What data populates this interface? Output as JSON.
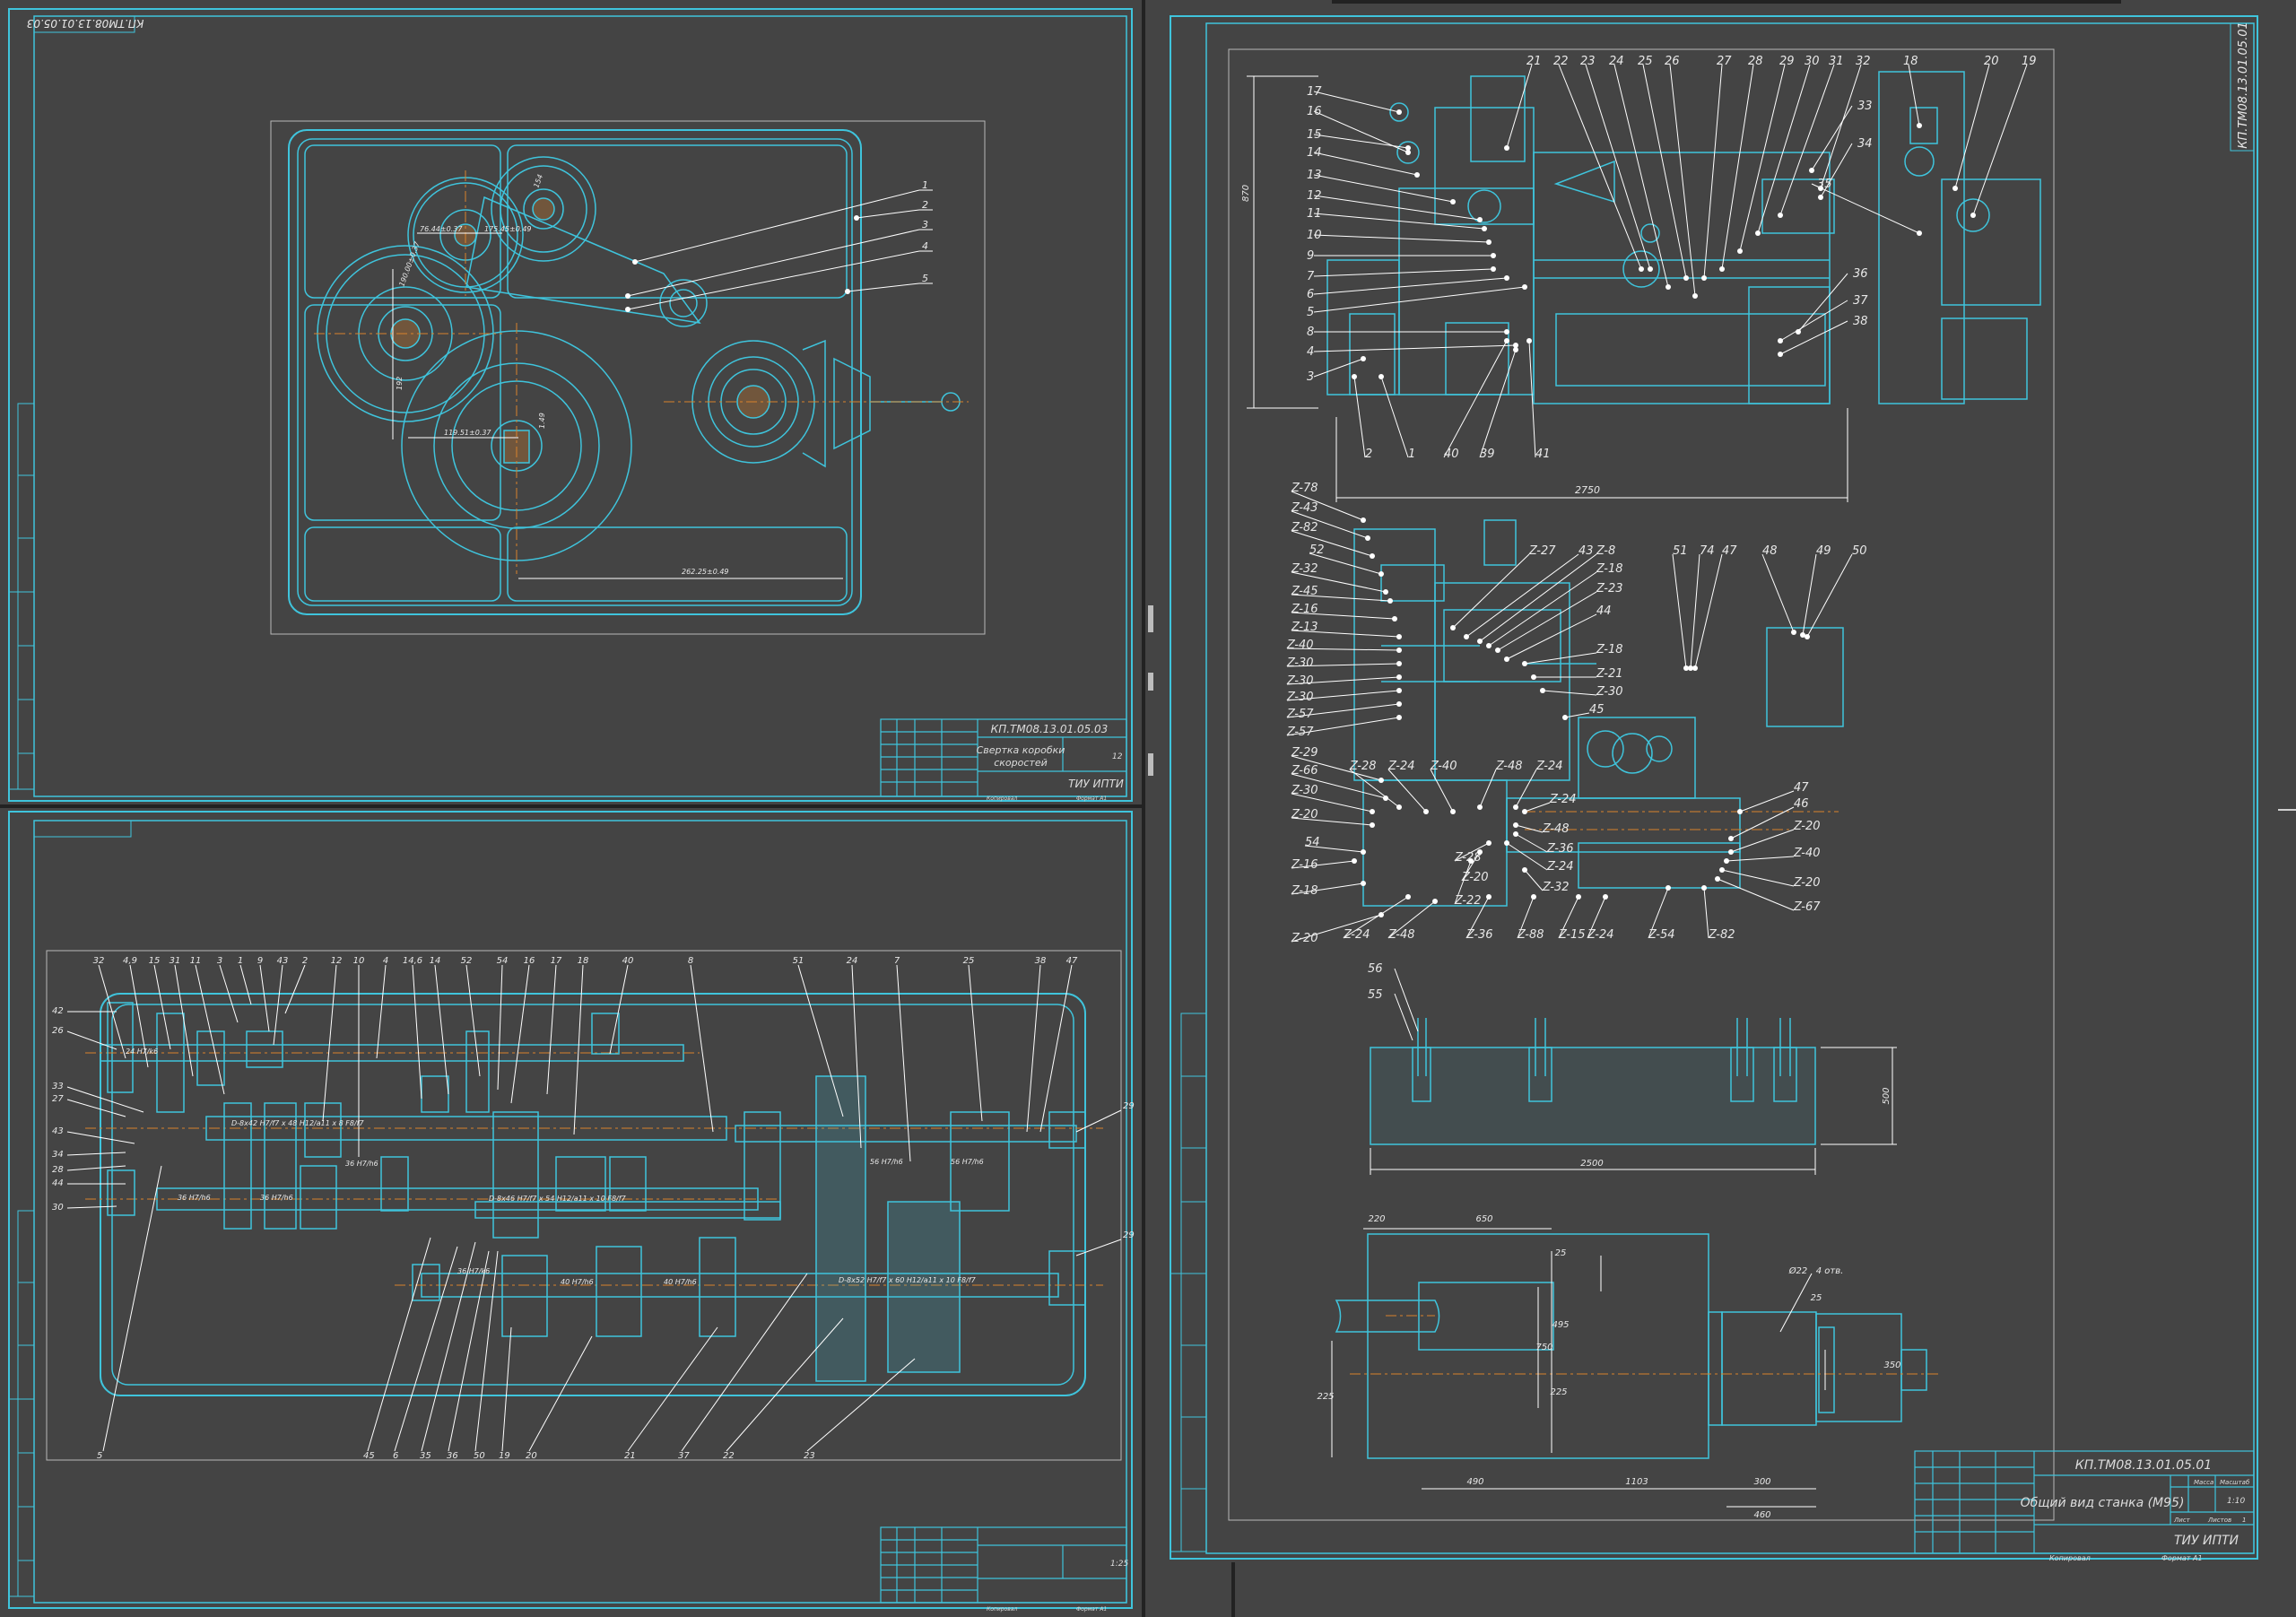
{
  "sheet_left_top": {
    "stamp_code": "КП.ТМ08.13.01.05.03",
    "title_block": {
      "code": "КП.ТМ08.13.01.05.03",
      "title": [
        "Свертка коробки",
        "скоростей"
      ],
      "org": "ТИУ ИПТИ",
      "sheet_count": "12",
      "copied": "Копировал",
      "format": "Формат А1"
    },
    "callouts": [
      "1",
      "2",
      "3",
      "4",
      "5"
    ],
    "dims": [
      "76.44±0.37",
      "175.45±0.49",
      "192",
      "119.51±0.37",
      "262.25±0.49",
      "190.00±0.37",
      "154",
      "1.49"
    ]
  },
  "sheet_left_bottom": {
    "title_block": {
      "sheet_count": "1:25",
      "copied": "Копировал",
      "format": "Формат А1"
    },
    "top_callouts": [
      "32",
      "4,9",
      "15",
      "31",
      "11",
      "3",
      "1",
      "9",
      "43",
      "2",
      "12",
      "10",
      "4",
      "14,6",
      "14",
      "52",
      "54",
      "16",
      "17",
      "18",
      "40",
      "8",
      "51",
      "24",
      "7",
      "25",
      "38",
      "47"
    ],
    "left_callouts": [
      "42",
      "26",
      "33",
      "27",
      "43",
      "34",
      "28",
      "44",
      "30"
    ],
    "right_callouts": [
      "29",
      "29"
    ],
    "bottom_callouts": [
      "5",
      "45",
      "6",
      "35",
      "36",
      "50",
      "19",
      "20",
      "21",
      "37",
      "22",
      "23"
    ],
    "shaft_labels": [
      "D-8x42 H7/f7 x 48 H12/a11 x 8 F8/f7",
      "D-8x46 H7/f7 x 54 H12/a11 x 10 F8/f7",
      "D-8x52 H7/f7 x 60 H12/a11 x 10 F8/f7"
    ],
    "gear_fits": [
      "36 H7/h6",
      "36 H7/h6",
      "36 H7/h6",
      "40 H7/h6",
      "40 H7/h6",
      "56 H7/h6",
      "56 H7/h6",
      "36 H7/k6",
      "24 H7/k6"
    ]
  },
  "sheet_right": {
    "stamp_code": "КП.ТМ08.13.01.05.01",
    "title_block": {
      "code": "КП.ТМ08.13.01.05.01",
      "title": "Общий вид станка (М95)",
      "org": "ТИУ ИПТИ",
      "mass": "Масса",
      "scale_label": "Масштаб",
      "scale": "1:10",
      "sheet": "Лист",
      "sheets": "Листов",
      "sheets_n": "1",
      "copied": "Копировал",
      "format": "Формат А1"
    },
    "top_callouts_row": [
      "21",
      "22",
      "23",
      "24",
      "25",
      "26",
      "27",
      "28",
      "29",
      "30",
      "31",
      "32",
      "18",
      "20",
      "19"
    ],
    "left_callouts": [
      "17",
      "16",
      "15",
      "14",
      "13",
      "12",
      "11",
      "10",
      "9",
      "7",
      "6",
      "5",
      "8",
      "4",
      "3"
    ],
    "right_callouts": [
      "33",
      "34",
      "35",
      "36",
      "37",
      "38"
    ],
    "bottom_callouts": [
      "2",
      "1",
      "40",
      "39",
      "41"
    ],
    "dims_top": [
      "2750",
      "870"
    ],
    "kinematic_left": [
      "Z-78",
      "Z-43",
      "Z-82",
      "52",
      "Z-32",
      "Z-45",
      "Z-16",
      "Z-13",
      "Z-40",
      "Z-30",
      "Z-30",
      "Z-30",
      "Z-57",
      "Z-57",
      "Z-29",
      "Z-66",
      "Z-30",
      "Z-20",
      "54",
      "Z-16",
      "Z-18",
      "Z-20"
    ],
    "kinematic_mid": [
      "Z-27",
      "43",
      "Z-8",
      "Z-18",
      "Z-23",
      "44",
      "Z-18",
      "Z-21",
      "Z-30",
      "45"
    ],
    "kinematic_top": [
      "51",
      "74",
      "47",
      "48",
      "49",
      "50"
    ],
    "kinematic_row": [
      "Z-28",
      "Z-24",
      "Z-40",
      "Z-48",
      "Z-24",
      "Z-24",
      "Z-48",
      "Z-36",
      "Z-24",
      "Z-28",
      "Z-20",
      "Z-22",
      "Z-32"
    ],
    "kinematic_right": [
      "47",
      "46",
      "Z-20",
      "Z-40",
      "Z-20",
      "Z-67"
    ],
    "kinematic_bottom": [
      "Z-24",
      "Z-48",
      "Z-36",
      "Z-88",
      "Z-15",
      "Z-24",
      "Z-54",
      "Z-82"
    ],
    "foundation_callouts": [
      "56",
      "55"
    ],
    "foundation_dims": [
      "2500",
      "500"
    ],
    "plan_dims": [
      "220",
      "650",
      "25",
      "495",
      "750",
      "225",
      "225",
      "25",
      "Ø22",
      "4 отв.",
      "350",
      "490",
      "1103",
      "300",
      "460"
    ]
  }
}
